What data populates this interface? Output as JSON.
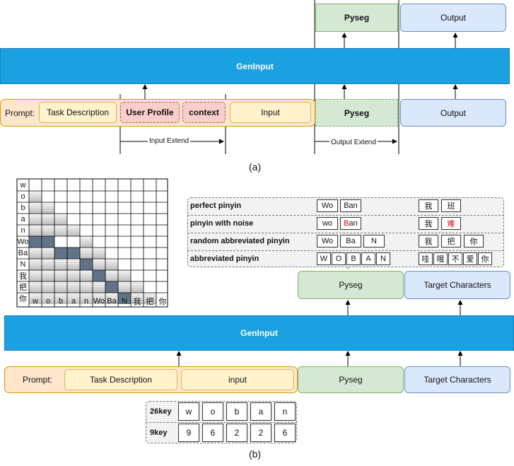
{
  "part_a": {
    "top_pyseg": "Pyseg",
    "top_output": "Output",
    "geninput": "GenInput",
    "prompt_label": "Prompt:",
    "task_description": "Task Description",
    "user_profile": "User Profile",
    "context": "context",
    "input": "Input",
    "bottom_pyseg": "Pyseg",
    "bottom_output": "Output",
    "input_extend": "Input  Extend",
    "output_extend": "Output  Extend",
    "caption": "(a)"
  },
  "part_b": {
    "row_labels": [
      "w",
      "o",
      "b",
      "a",
      "n",
      "Wo",
      "Ba",
      "N",
      "我",
      "把",
      "你"
    ],
    "col_labels": [
      "w",
      "o",
      "b",
      "a",
      "n",
      "Wo",
      "Ba",
      "N",
      "我",
      "把",
      "你"
    ],
    "noise_table": [
      {
        "label": "perfect pinyin",
        "pinyin": [
          "Wo",
          "Ban"
        ],
        "chars": [
          "我",
          "班"
        ]
      },
      {
        "label": "pinyin with noise",
        "pinyin": [
          "wo",
          "Ban"
        ],
        "chars": [
          "我",
          "难"
        ]
      },
      {
        "label": "random abbreviated pinyin",
        "pinyin": [
          "Wo",
          "Ba",
          "N"
        ],
        "chars": [
          "我",
          "把",
          "你"
        ]
      },
      {
        "label": "abbreviated pinyin",
        "pinyin": [
          "W",
          "O",
          "B",
          "A",
          "N"
        ],
        "chars": [
          "哇",
          "哦",
          "不",
          "爱",
          "你"
        ]
      }
    ],
    "pyseg_top": "Pyseg",
    "target_top": "Target Characters",
    "geninput": "GenInput",
    "prompt_label": "Prompt:",
    "task_description": "Task Description",
    "input": "input",
    "pyseg_bottom": "Pyseg",
    "target_bottom": "Target Characters",
    "keys": [
      {
        "label": "26key",
        "values": [
          "w",
          "o",
          "b",
          "a",
          "n"
        ]
      },
      {
        "label": "9key",
        "values": [
          "9",
          "6",
          "2",
          "2",
          "6"
        ]
      }
    ],
    "caption": "(b)"
  },
  "colors": {
    "blue_bar": "#1ba1e2",
    "green": "#d5e8d4",
    "light_blue": "#dae8fc",
    "orange": "#ffe6cc",
    "yellow": "#fff2cc",
    "pink": "#f8cecc",
    "mask_dark": "#637387",
    "mask_grad": "#cfcfcf"
  }
}
